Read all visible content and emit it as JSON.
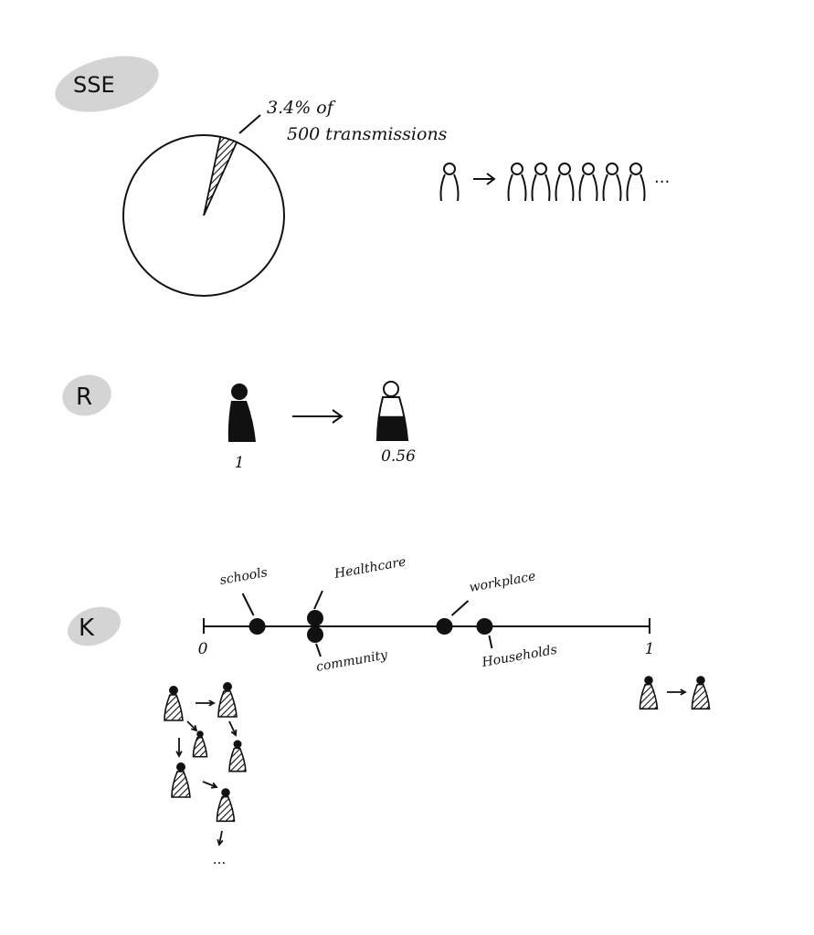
{
  "sse": {
    "label": "SSE",
    "annotation_line1": "3.4% of",
    "annotation_line2": "500 transmissions",
    "slice_percent": 3.4,
    "ellipsis": "..."
  },
  "r": {
    "label": "R",
    "from_value": "1",
    "to_value": "0.56",
    "fill_fraction": 0.56
  },
  "k": {
    "label": "K",
    "axis_min": "0",
    "axis_max": "1",
    "points": [
      {
        "label": "schools",
        "value": 0.12,
        "label_side": "above"
      },
      {
        "label": "Healthcare",
        "value": 0.25,
        "label_side": "above"
      },
      {
        "label": "community",
        "value": 0.25,
        "label_side": "below"
      },
      {
        "label": "workplace",
        "value": 0.54,
        "label_side": "above"
      },
      {
        "label": "Households",
        "value": 0.63,
        "label_side": "below"
      }
    ],
    "ellipsis": "..."
  },
  "colors": {
    "ink": "#111111",
    "badge": "#d4d4d4"
  }
}
